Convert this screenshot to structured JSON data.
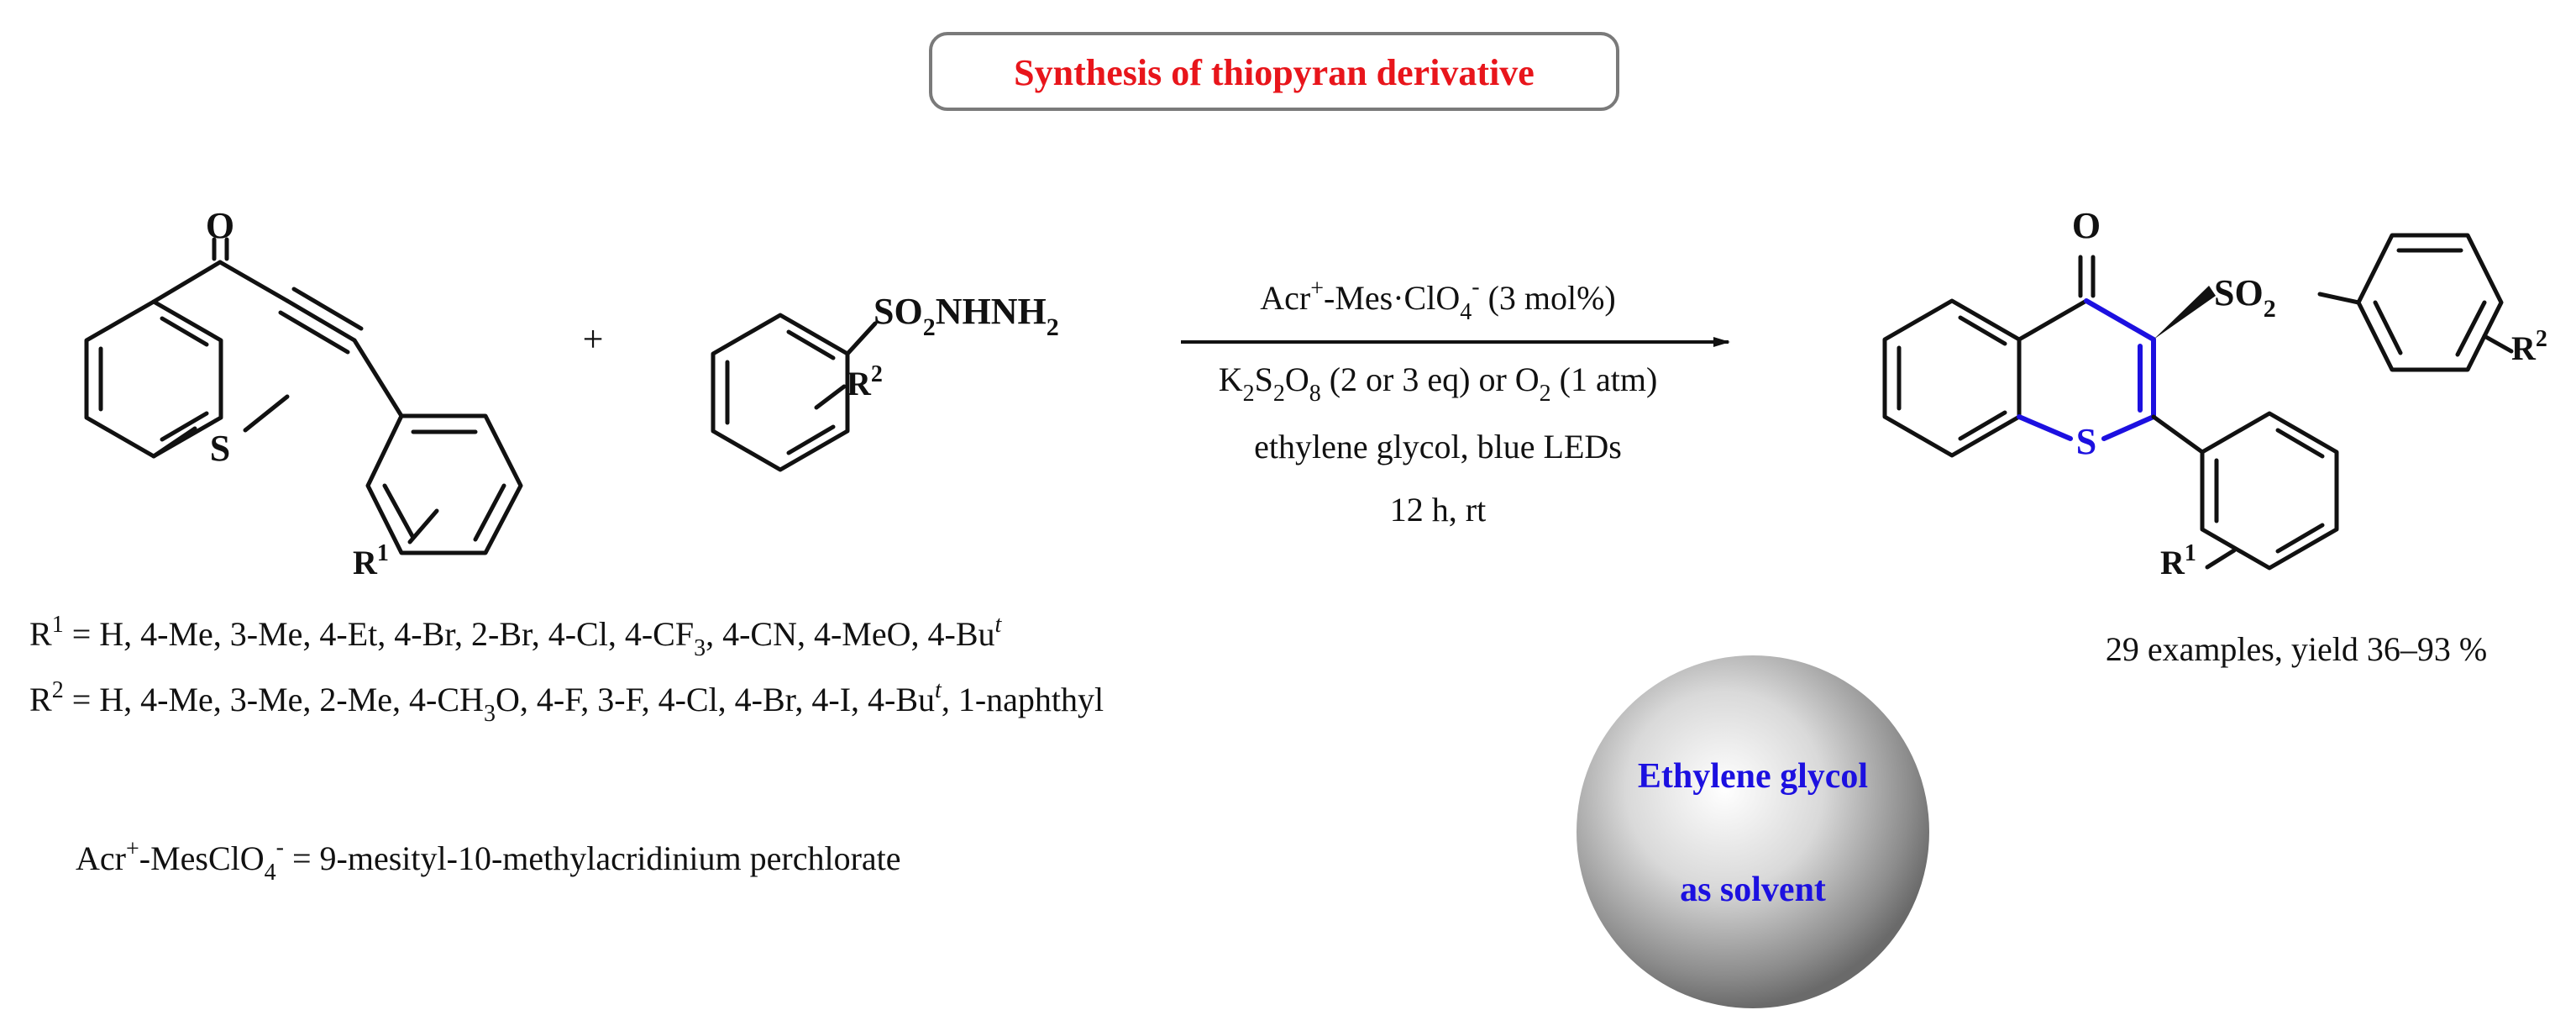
{
  "title": "Synthesis of thiopyran derivative",
  "colors": {
    "title": "#e8151b",
    "accent_blue": "#1c10e0",
    "frame": "#7a7a7a"
  },
  "reagent1": {
    "carbonyl_o": "O",
    "sulfur": "S",
    "r_main": "R",
    "r_sup": "1"
  },
  "plus": "+",
  "reagent2": {
    "so": "SO",
    "two": "2",
    "nhnh": "NHNH",
    "h2": "2",
    "r_main": "R",
    "r_sup": "2"
  },
  "conditions": {
    "line1": {
      "a": "Acr",
      "plus_sup": "+",
      "b": "-Mes",
      "dot": "·",
      "c": "ClO",
      "four": "4",
      "minus_sup": "-",
      "d": " (3 mol%)"
    },
    "line2": {
      "k": "K",
      "k_sub": "2",
      "s": "S",
      "s_sub": "2",
      "o": "O",
      "o_sub": "8",
      "mid": " (2 or 3 eq) or O",
      "o2_sub": "2",
      "end": " (1 atm)"
    },
    "line3": "ethylene glycol, blue LEDs",
    "line4": "12 h, rt"
  },
  "product": {
    "carbonyl_o": "O",
    "sulfur": "S",
    "so": "SO",
    "two": "2",
    "r1_main": "R",
    "r1_sup": "1",
    "r2_main": "R",
    "r2_sup": "2"
  },
  "r1_scope": {
    "lead": "R",
    "sup": "1",
    "text_a": " =  H, 4-Me, 3-Me, 4-Et, 4-Br, 2-Br, 4-Cl, 4-CF",
    "sub3": "3",
    "text_b": ", 4-CN, 4-MeO, 4-Bu",
    "t": "t"
  },
  "r2_scope": {
    "lead": "R",
    "sup": "2",
    "text_a": " = H, 4-Me, 3-Me, 2-Me, 4-CH",
    "sub3": "3",
    "text_b": "O, 4-F, 3-F, 4-Cl, 4-Br, 4-I, 4-Bu",
    "t": "t",
    "text_c": ", 1-naphthyl"
  },
  "catalyst_def": {
    "a": "Acr",
    "plus_sup": "+",
    "b": "-MesClO",
    "four": "4",
    "minus_sup": "-",
    "c": " = 9-mesityl-10-methylacridinium perchlorate"
  },
  "yield_text": "29 examples, yield 36–93 %",
  "sphere": {
    "line1": "Ethylene glycol",
    "line2": "as solvent"
  }
}
